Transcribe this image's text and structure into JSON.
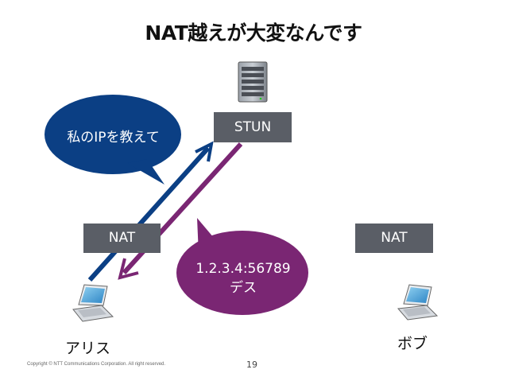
{
  "title": "NAT越えが大変なんです",
  "stun_label": "STUN",
  "nat_left_label": "NAT",
  "nat_right_label": "NAT",
  "bubble_request": "私のIPを教えて",
  "bubble_response_line1": "1.2.3.4:56789",
  "bubble_response_line2": "デス",
  "alice_label": "アリス",
  "bob_label": "ボブ",
  "copyright": "Copyright © NTT Communications Corporation. All right reserved.",
  "page_number": "19",
  "colors": {
    "request_blue": "#0b3f84",
    "response_purple": "#7a2673",
    "box_gray": "#5a5e66"
  }
}
